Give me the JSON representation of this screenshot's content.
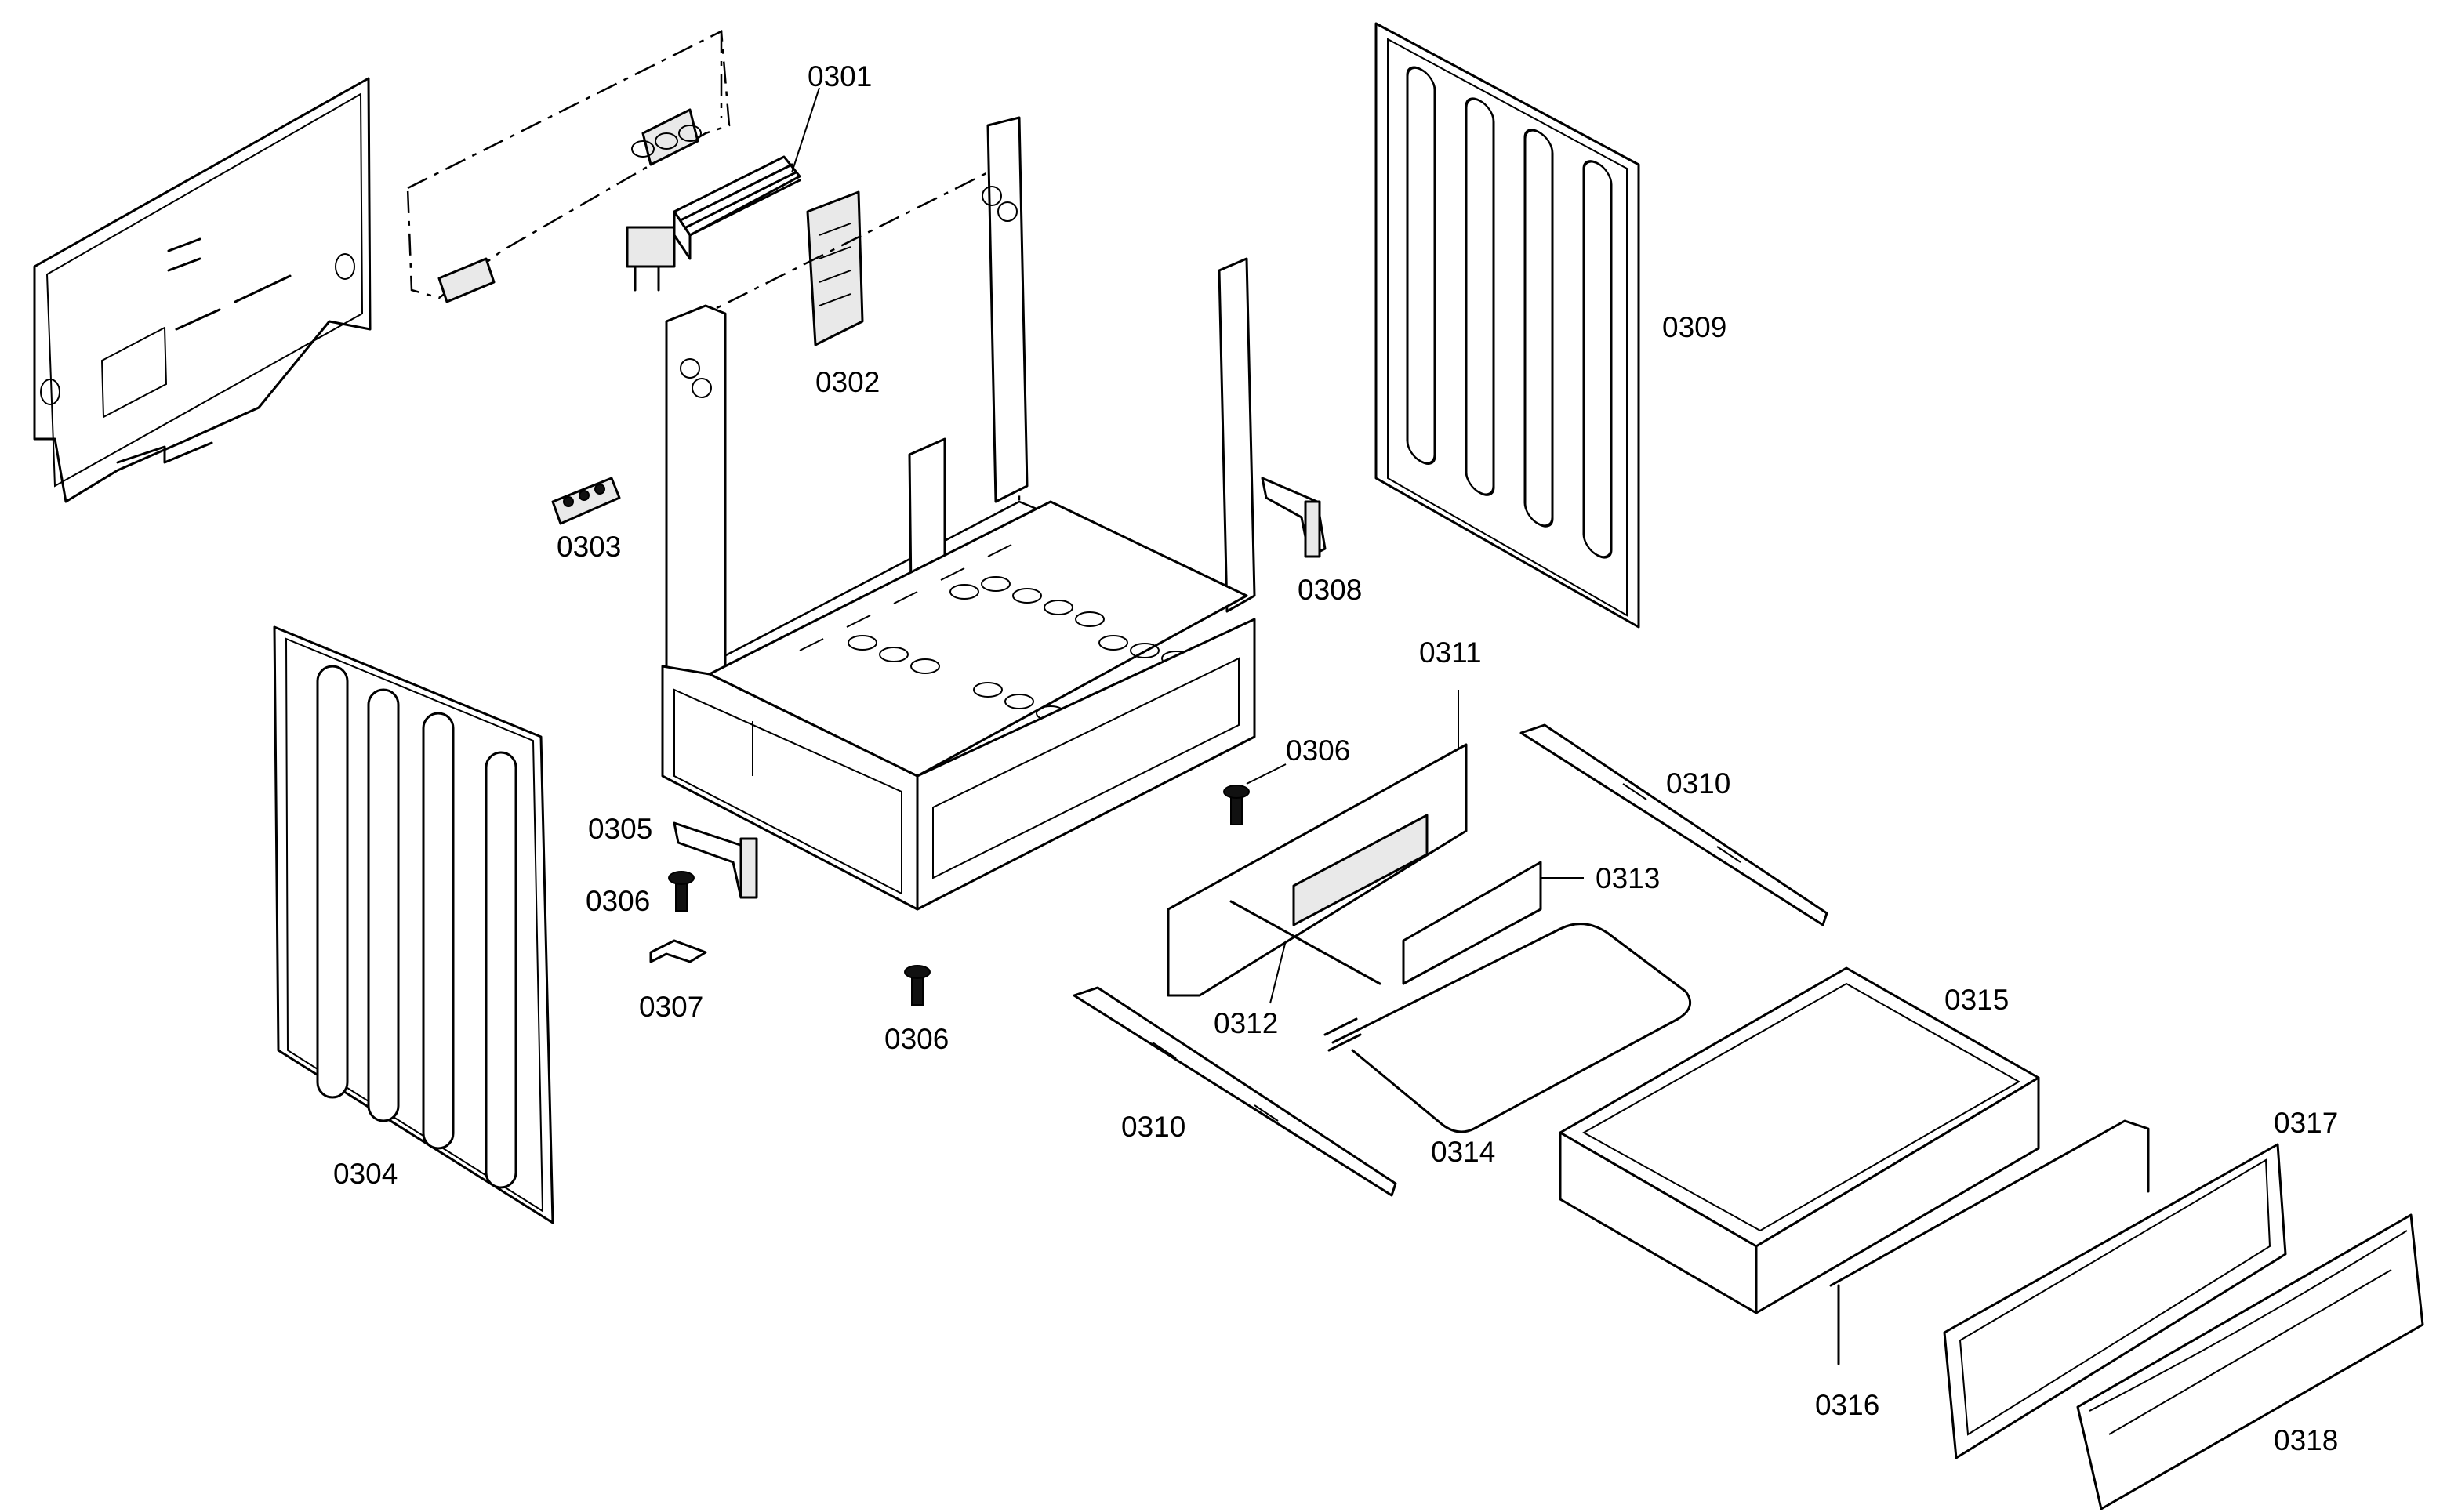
{
  "labels": {
    "p0301": "0301",
    "p0302": "0302",
    "p0303": "0303",
    "p0304": "0304",
    "p0305": "0305",
    "p0306a": "0306",
    "p0306b": "0306",
    "p0306c": "0306",
    "p0307": "0307",
    "p0308": "0308",
    "p0309": "0309",
    "p0310a": "0310",
    "p0310b": "0310",
    "p0311": "0311",
    "p0312": "0312",
    "p0313": "0313",
    "p0314": "0314",
    "p0315": "0315",
    "p0316": "0316",
    "p0317": "0317",
    "p0318": "0318"
  }
}
